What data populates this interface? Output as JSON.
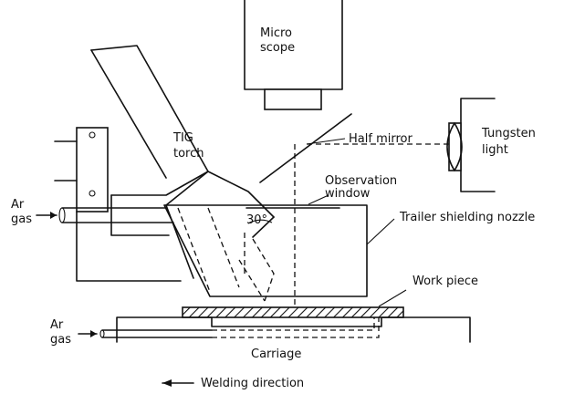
{
  "labels": {
    "microscope": [
      "Micro",
      "scope"
    ],
    "tig_torch": [
      "TIG",
      "torch"
    ],
    "half_mirror": "Half mirror",
    "tungsten_light": [
      "Tungsten",
      "light"
    ],
    "observation_window": [
      "Observation",
      "window"
    ],
    "ar_gas_top": [
      "Ar",
      "gas"
    ],
    "trailer_nozzle": "Trailer shielding nozzle",
    "angle": "30°",
    "work_piece": "Work piece",
    "ar_gas_bottom": [
      "Ar",
      "gas"
    ],
    "carriage": "Carriage",
    "welding_direction": "Welding direction"
  }
}
